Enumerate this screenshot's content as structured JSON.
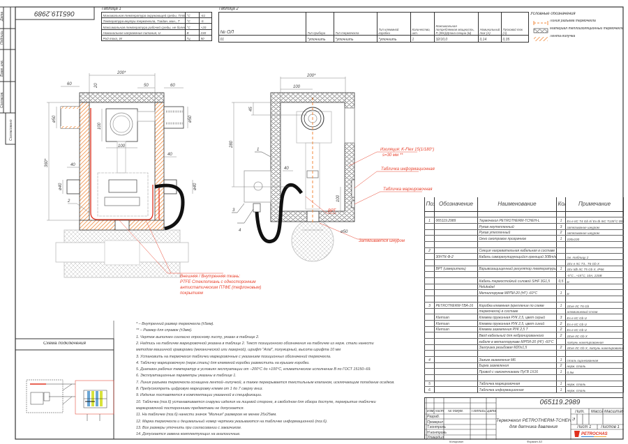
{
  "stamp_number": "065119.2989",
  "side_strip": [
    "Дата",
    "Подпись",
    "Взам. инв.",
    "Согласов.",
    "Согласовано"
  ],
  "table1": {
    "title": "Таблица 1",
    "rows": [
      [
        "Минимальная температура окружающей среды, Tmin",
        "°C",
        "-61"
      ],
      [
        "Температура внутри термочехла, Тзадан. мин., Т",
        "°C",
        "-5"
      ],
      [
        "Максимальная температура рабочей среды, не более, Tmax",
        "°C",
        "+20"
      ],
      [
        "Номинальное напряжение питания, U",
        "В",
        "230"
      ],
      [
        "Род тока, W",
        "Гц",
        "50"
      ]
    ]
  },
  "table2": {
    "title": "Таблица 2",
    "headers": [
      "№ ОЛ",
      "Тип прибора",
      "Тип термочехла",
      "Тип клеммной коробки",
      "Количество, шт.",
      "Максимальная потребляемая мощность, P, (Вт)/Длина секции (м)",
      "Номинальный ток (А)",
      "Пусковой ток (А)"
    ],
    "rows": [
      [
        "01",
        "*уточнить",
        "*уточнить",
        "*уточнить",
        "1",
        "32/10,0",
        "0,14",
        "0,35"
      ]
    ]
  },
  "legend": {
    "title": "Условные обозначения",
    "items": [
      "Линия разъема термочехла",
      "Материал теплоизоляционный термочехла",
      "Лента-липучка"
    ]
  },
  "colors": {
    "hatch": "#f08a3c",
    "heater": "#e0301e",
    "callout": "#e8412c",
    "line": "#333333"
  },
  "drawing": {
    "dims_left": [
      "200*",
      "60",
      "20",
      "50",
      "60",
      "ø50",
      "ø50",
      "100",
      "100",
      "360*",
      "40",
      "40",
      "ø40",
      "ø40",
      "2"
    ],
    "dims_right": [
      "200*",
      "100",
      "45",
      "280",
      "40",
      "100",
      "ø50",
      "1",
      "3",
      "4"
    ],
    "callouts": {
      "inner_cover": [
        "Внешняя / Внутренняя ткань:",
        "PTFE  Стеклоткань с односторонним",
        "антистатическим ПТФЕ  (тефлоновым)",
        "покрытием"
      ],
      "insulation": [
        "Изоляция: K-Flex 15(1/180°)",
        "s=30 мм **"
      ],
      "info_plate": "Табличка информационная",
      "mark_plate": "Табличка маркировочная",
      "brt": "ВРТ",
      "cord": "Затягивается шнуром"
    }
  },
  "schema": {
    "title": "Схема подключения"
  },
  "notes": [
    "* – Внутренний размер термочехла (±5мм).",
    "** – Размер для справок (±3мм).",
    "1. Чертеж выполнен согласно опросному листу, указан в таблице 2.",
    "2. Надпись на табличке маркировочной указана в таблице 2. Текст позиционного обозначения на табличке из нерж. стали нанести",
    "методом машинной гравировки (механической или лазерной), шрифт \"Arial\", полужирный, высота шрифта 10 мм",
    "3. Установить на термочехол таблички маркировочные с указанием позиционных обозначений термочехла.",
    "4. Табличку маркировочную (нерж.сталь) для клеммной коробки разместить на крышке коробки.",
    "5. Диапазон рабочих температур в условиях эксплуатации от –200°C до +100°C, климатическое исполнение В по ГОСТ 15150–69.",
    "6. Эксплуатационные параметры указаны в таблице 1.",
    "7. Линия разъема термочехла оснащена лентой–липучкой, а также перекрывается текстильным клапаном, исключающим попадание осадков.",
    "8. Предусмотреть цифровую маркировку клемм от 1 до 7 сверху вниз.",
    "9. Изделие поставляется в комплектации указанной в спецификации.",
    "10. Табличка (поз.6) устанавливается снаружи изделия на лицевой стороне, в свободном для обзора доступе, перекрытие таблички",
    "маркировочной посторонними предметами не допускается.",
    "11. На табличке (поз.6) нанести значок \"Молния\" размером не менее 25х25мм.",
    "12. Марка термочехла и децимальный номер чертежа указываются на табличке информационной (поз.6).",
    "13. Все размеры уточнить при согласовании с заказчиком.",
    "14. Допускается замена комплектующих на аналогичные."
  ],
  "spec": {
    "headers": [
      "Поз.",
      "Обозначение",
      "Наименование",
      "Кол.",
      "Примечание"
    ],
    "rows": [
      [
        "",
        "",
        "",
        "",
        ""
      ],
      [
        "1",
        "065119.2989",
        "Термочехол PETROTHERM-TCHEH-L",
        "1",
        "Ex e IIC T4 Gb X/ Ex tb IIIC T135°C Db X IP66"
      ],
      [
        "",
        "",
        "Рукав неутепленный",
        "3",
        "затягивание шнуром"
      ],
      [
        "",
        "",
        "Рукав утепленный",
        "2",
        "затягивание шнуром"
      ],
      [
        "",
        "",
        "Окно смотровое прозрачное",
        "1",
        "100х100"
      ],
      [
        "",
        "",
        "",
        "",
        ""
      ],
      [
        "2",
        "",
        "Секция нагревательная кабельная в составе",
        "",
        ""
      ],
      [
        "",
        "30НТК-Ф-2",
        "Кабель саморегулирующийся греющий 30Вт/м",
        "",
        "см. таблицу 2"
      ],
      [
        "",
        "",
        "",
        "",
        "1Ex e IIC T3...T6 Gb X"
      ],
      [
        "",
        "ВРТ (измеритель)",
        "Взрывозащищенный регулятор температуры",
        "1",
        "1Ex tdb IIC T5 Gb X, IP66"
      ],
      [
        "",
        "",
        "",
        "",
        "-5°C...+15°C, 10А, 220В"
      ],
      [
        "",
        "",
        "Кабель термостойкий силовой SiHF 3G1,5",
        "0,5",
        "м"
      ],
      [
        "",
        "",
        "Helukabel",
        "",
        ""
      ],
      [
        "",
        "",
        "Металлорукав МРПИ-20 (НГ) -60°C",
        "1",
        "м"
      ],
      [
        "",
        "",
        "",
        "",
        ""
      ],
      [
        "3",
        "PETROTHERM-TBA-16",
        "Коробка клеммная (крепление по схеме",
        "1",
        "1Exe IIC T6 Gb"
      ],
      [
        "",
        "",
        "термочехла) в составе",
        "",
        "алюминиевый сплав"
      ],
      [
        "",
        "Klemsan",
        "Клемма пружинная РУК 2,5, цвет серый",
        "3",
        "Ex e IIC Gb U"
      ],
      [
        "",
        "Klemsan",
        "Клемма пружинная РУК 2,5, цвет синий",
        "2",
        "Ex e IIC Gb U"
      ],
      [
        "",
        "Klemsan",
        "Клемма заземления РУК 2,5 Т",
        "2",
        "Ex e IIC Gb U"
      ],
      [
        "",
        "",
        "Ввод кабельный для небронированного",
        "2",
        "1Exe IIC Gb X"
      ],
      [
        "",
        "",
        "кабеля в металлорукаве МРПИ-20 (НГ) -60°C",
        "",
        "латунь никелированная"
      ],
      [
        "",
        "",
        "Заглушка резьбовая М20х1,5",
        "2",
        "1Exe IIC Gb X, латунь никелированная"
      ],
      [
        "",
        "",
        "",
        "",
        ""
      ],
      [
        "4",
        "",
        "Зажим заземления М6",
        "1",
        "сталь оцинкованная"
      ],
      [
        "",
        "",
        "Бирка заземления",
        "2",
        "нерж. сталь"
      ],
      [
        "",
        "",
        "Провод с наконечниками ПуГВ 1Х16",
        "1",
        "0,5м"
      ],
      [
        "",
        "",
        "",
        "",
        ""
      ],
      [
        "5",
        "",
        "Табличка маркировочная",
        "1",
        "нерж. сталь"
      ],
      [
        "6",
        "",
        "Табличка информационная",
        "1",
        "нерж. сталь"
      ]
    ]
  },
  "title_block": {
    "doc_number": "065119.2989",
    "cols": [
      "Изм",
      "Лист",
      "№ докум.",
      "Подпись",
      "Дата"
    ],
    "roles": [
      "Разраб.",
      "Проверил",
      "Т.контроль",
      "Н.контроль",
      "Утвердил"
    ],
    "title_line1": "Термочехол PETROTHERM-TCHEH-L",
    "title_line2": "для датчика давления",
    "lit_label": "Лит.",
    "mass_label": "Масса",
    "scale_label": "Масштаб",
    "lit_value": "Э",
    "sheet": "Лист 1",
    "sheets": "Листов 1",
    "logo": "PETROCHAS"
  },
  "footer": {
    "copied": "Копировал",
    "format": "Формат А3"
  }
}
